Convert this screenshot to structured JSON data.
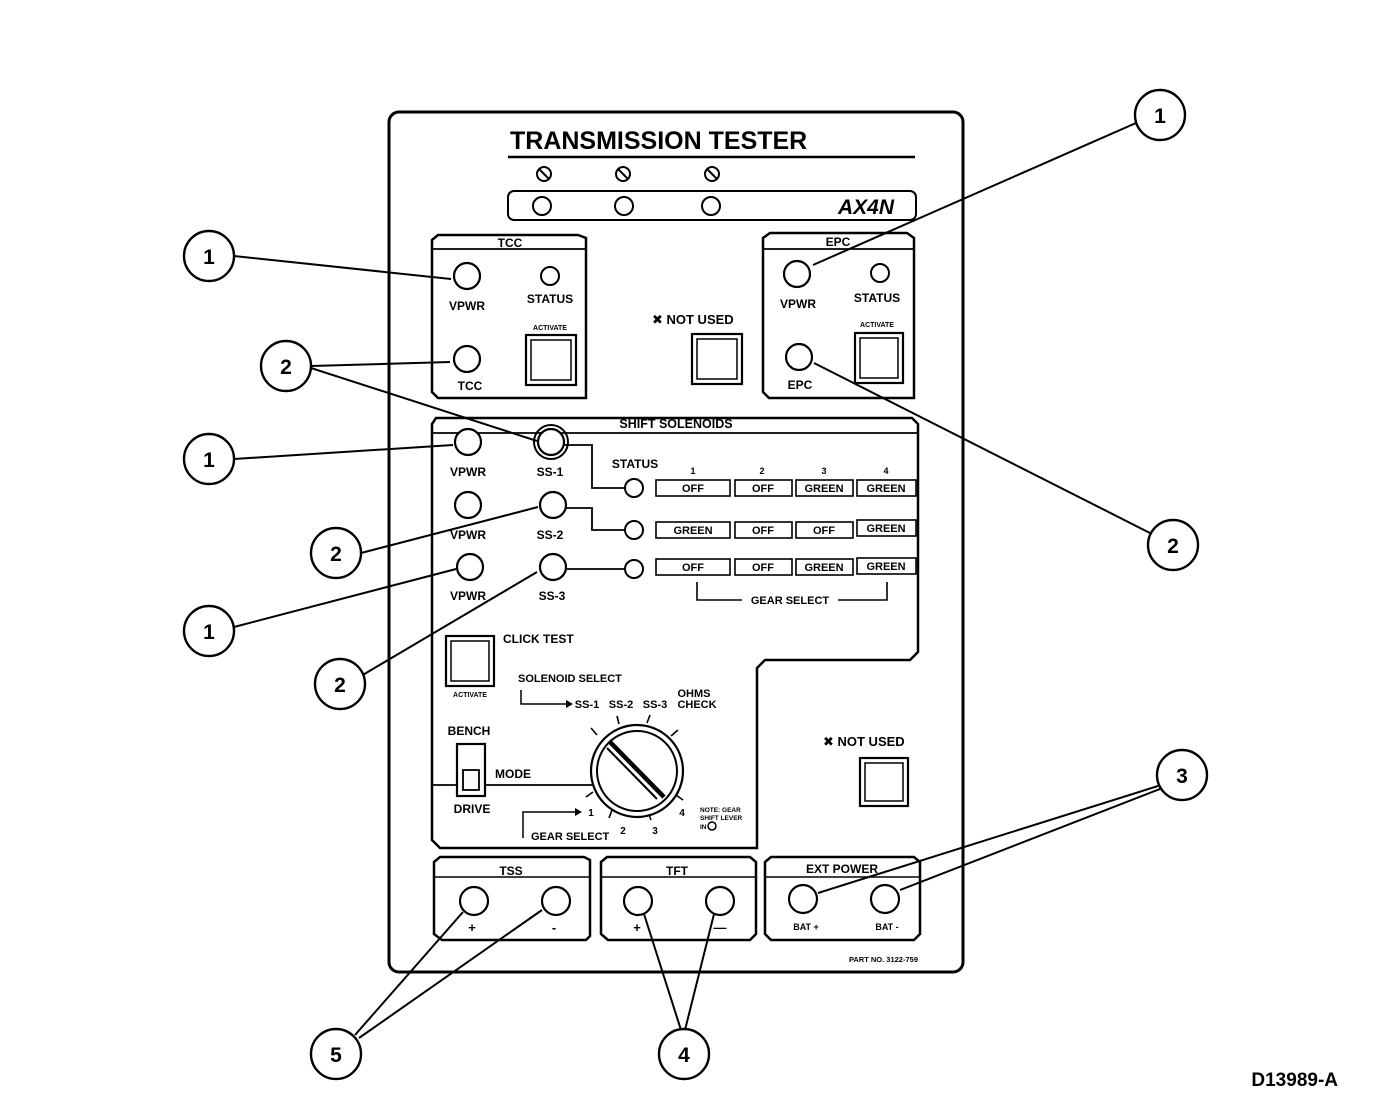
{
  "panel": {
    "title": "TRANSMISSION TESTER",
    "model": "AX4N",
    "part_no": "PART NO. 3122-759"
  },
  "tcc": {
    "title": "TCC",
    "vpwr_label": "VPWR",
    "status_label": "STATUS",
    "activate_label": "ACTIVATE",
    "tcc_label": "TCC"
  },
  "epc": {
    "title": "EPC",
    "vpwr_label": "VPWR",
    "status_label": "STATUS",
    "activate_label": "ACTIVATE",
    "epc_label": "EPC"
  },
  "not_used_top": "✖ NOT USED",
  "not_used_bottom": "✖ NOT USED",
  "shift": {
    "title": "SHIFT SOLENOIDS",
    "status_label": "STATUS",
    "columns": [
      "1",
      "2",
      "3",
      "4"
    ],
    "rows": [
      {
        "vpwr": "VPWR",
        "ss": "SS-1",
        "cells": [
          "OFF",
          "OFF",
          "GREEN",
          "GREEN"
        ]
      },
      {
        "vpwr": "VPWR",
        "ss": "SS-2",
        "cells": [
          "GREEN",
          "OFF",
          "OFF",
          "GREEN"
        ]
      },
      {
        "vpwr": "VPWR",
        "ss": "SS-3",
        "cells": [
          "OFF",
          "OFF",
          "GREEN",
          "GREEN"
        ]
      }
    ],
    "gear_select_label": "GEAR SELECT"
  },
  "click_test": {
    "label": "CLICK TEST",
    "activate_label": "ACTIVATE"
  },
  "solenoid_select": {
    "label": "SOLENOID SELECT",
    "positions": [
      "SS-1",
      "SS-2",
      "SS-3"
    ],
    "ohms": "OHMS",
    "check": "CHECK"
  },
  "mode": {
    "bench": "BENCH",
    "drive": "DRIVE",
    "label": "MODE"
  },
  "gear_select": {
    "label": "GEAR SELECT",
    "positions": [
      "1",
      "2",
      "3",
      "4"
    ]
  },
  "note": {
    "line1": "NOTE: GEAR",
    "line2": "SHIFT LEVER",
    "line3": "IN"
  },
  "tss": {
    "title": "TSS",
    "plus": "+",
    "minus": "-"
  },
  "tft": {
    "title": "TFT",
    "plus": "+",
    "minus": "—"
  },
  "ext_power": {
    "title": "EXT POWER",
    "bat_plus": "BAT +",
    "bat_minus": "BAT -"
  },
  "callouts": [
    "1",
    "2",
    "3",
    "4",
    "5"
  ],
  "figure_id": "D13989-A"
}
